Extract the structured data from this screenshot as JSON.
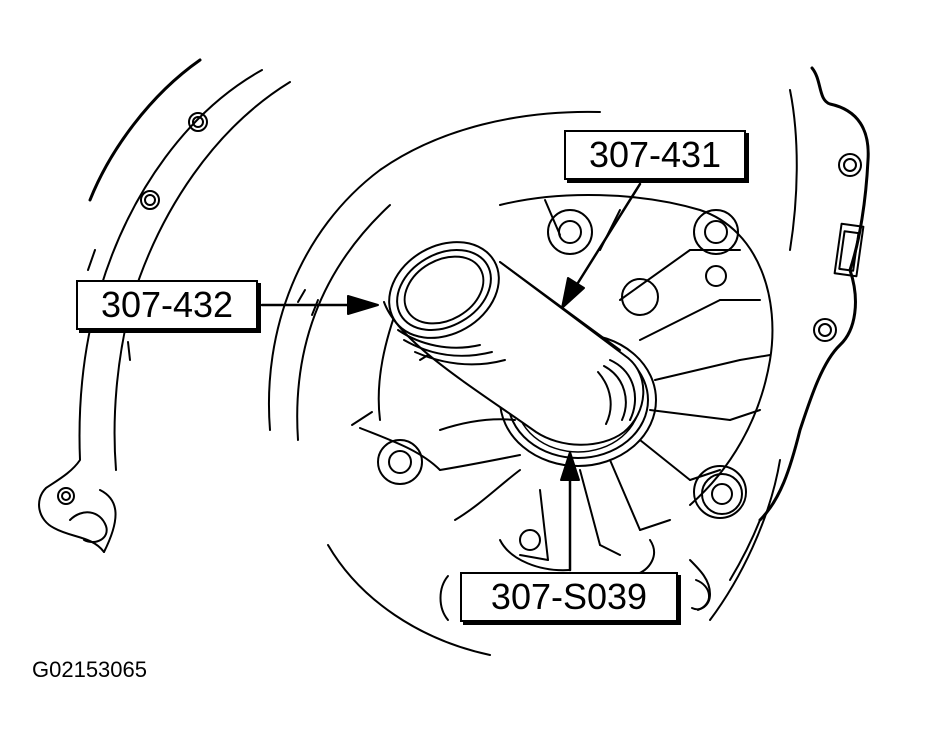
{
  "callouts": {
    "tool_307_431": "307-431",
    "tool_307_432": "307-432",
    "tool_307_s039": "307-S039"
  },
  "figure_code": "G02153065",
  "colors": {
    "line": "#000000",
    "background": "#ffffff"
  }
}
